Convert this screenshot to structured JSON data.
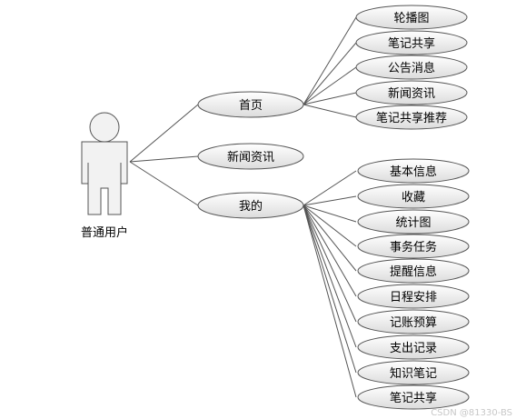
{
  "actor": {
    "label": "普通用户"
  },
  "main_cases": {
    "home": "首页",
    "news": "新闻资讯",
    "mine": "我的"
  },
  "home_children": [
    "轮播图",
    "笔记共享",
    "公告消息",
    "新闻资讯",
    "笔记共享推荐"
  ],
  "mine_children": [
    "基本信息",
    "收藏",
    "统计图",
    "事务任务",
    "提醒信息",
    "日程安排",
    "记账预算",
    "支出记录",
    "知识笔记",
    "笔记共享"
  ],
  "watermark": "CSDN @81330-BS",
  "colors": {
    "stroke": "#555555",
    "ellipse_gradient_light": "#ffffff",
    "ellipse_gradient_dark": "#dcdcdc",
    "actor_fill": "#f2f2f2"
  }
}
